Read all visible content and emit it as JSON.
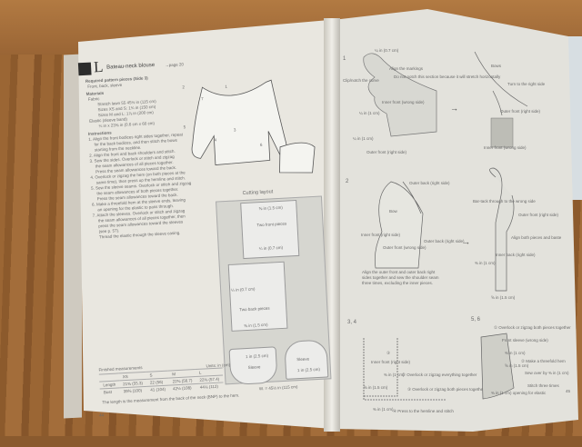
{
  "left_page": {
    "letter": "L",
    "title": "Bateau-neck blouse",
    "page_ref": "→page 20",
    "required_heading": "Required pattern pieces (Side 3)",
    "required_pieces": "Front, back, sleeve",
    "materials_heading": "Materials",
    "materials": [
      "Fabric",
      "Stretch lawn 55 45½ in (115 cm)",
      "Sizes XS and S: 1¾ in (150 cm)",
      "Sizes M and L: 1⅞ in (200 cm)",
      "Elastic (sleeve band)",
      "¼ in x 23⅝ in (0.6 cm x 60 cm)"
    ],
    "instructions_heading": "Instructions",
    "instructions": [
      "1. Align the front bodices right sides together, repeat",
      "for the back bodices, and then stitch the bows",
      "starting from the neckline.",
      "2. Align the front and back shoulders and stitch.",
      "3. Sew the sides. Overlock or stitch and zigzag",
      "the seam allowances of all pieces together.",
      "Press the seam allowances toward the back.",
      "4. Overlock or zigzag the hem (on both pieces at the",
      "same time), then press up the hemline and stitch.",
      "5. Sew the sleeve seams. Overlock or stitch and zigzag",
      "the seam allowances of both pieces together.",
      "Press the seam allowances toward the back.",
      "6. Make a threefold hem at the sleeve ends, leaving",
      "an opening for the elastic to pass through.",
      "7. Attach the sleeves. Overlock or stitch and zigzag",
      "the seam allowances of all pieces together, then",
      "press the seam allowances toward the sleeves",
      "(see p. 57).",
      "Thread the elastic through the sleeve casing."
    ],
    "illustration_numbers": [
      "1",
      "2",
      "7",
      "5",
      "3",
      "4",
      "6"
    ],
    "cutting_layout": {
      "title": "Cutting layout",
      "labels": {
        "top_sa": "⅝ in (1.5 cm)",
        "front": "Two front pieces",
        "front_sa": "¼ in (0.7 cm)",
        "back_sa": "¼ in (0.7 cm)",
        "back": "Two back pieces",
        "back_hem": "⅝ in (1.5 cm)",
        "sleeve": "Sleeve",
        "sleeve_sa": "1 in (2.5 cm)",
        "width": "W. = 45½ in (115 cm)"
      }
    },
    "measurements": {
      "title": "Finished measurements",
      "unit_note": "Units: in (cm)",
      "headers": [
        "",
        "XS",
        "S",
        "M",
        "L"
      ],
      "rows": [
        [
          "Length",
          "21⅝ (55.3)",
          "22 (56)",
          "22⅜ (56.7)",
          "22⅝ (57.4)"
        ],
        [
          "Bust",
          "39⅜ (100)",
          "41 (104)",
          "42½ (108)",
          "44⅛ (112)"
        ]
      ],
      "footnote": "The length is the measurement from the back of the neck (BNP) to the hem."
    },
    "page_number": "44"
  },
  "right_page": {
    "step1_number": "1",
    "step1_labels": [
      "¼ in (0.7 cm)",
      "Align the markings",
      "Clip/notch the curve",
      "Do not notch this section because it will stretch horizontally",
      "Inner front (wrong side)",
      "¼ in (1 cm)",
      "¼ in (1 cm)",
      "Outer front (right side)"
    ],
    "step1b_labels": [
      "Bows",
      "Turn to the right side",
      "Outer front (right side)",
      "Inner front (wrong side)"
    ],
    "step2_number": "2",
    "step2_labels": [
      "Outer back (right side)",
      "Bow",
      "Inner front (right side)",
      "Outer front (wrong side)",
      "Outer back (right side)"
    ],
    "step2_caption": [
      "Align the outer front and outer back right",
      "sides together and sew the shoulder seam",
      "three times, excluding the inner pieces."
    ],
    "step2b_labels": [
      "Bar-tack through to the wrong side",
      "Outer front (right side)",
      "Align both pieces and baste",
      "Inner back (right side)",
      "⅜ in (1 cm)",
      "⅝ in (1.5 cm)"
    ],
    "step34_number": "3, 4",
    "step34_labels": [
      "③",
      "Inner front (right side)",
      "⅜ in (1 cm)",
      "② Overlock or zigzag everything together",
      "⅝ in (1.5 cm)",
      "③ Overlock or zigzag both pieces together",
      "⅜ in (1 cm)",
      "④ Press to the hemline and stitch"
    ],
    "step56_number": "5, 6",
    "step56_labels": [
      "① Overlock or zigzag both pieces together",
      "Front sleeve (wrong side)",
      "⅜ in (1 cm)",
      "⅝ in (1.5 cm)",
      "② Make a threefold hem",
      "Sew over by ⅜ in (1 cm)",
      "⅜ in (1 cm) opening for elastic",
      "Stitch three times"
    ],
    "arrow": "→",
    "page_number": "45"
  }
}
